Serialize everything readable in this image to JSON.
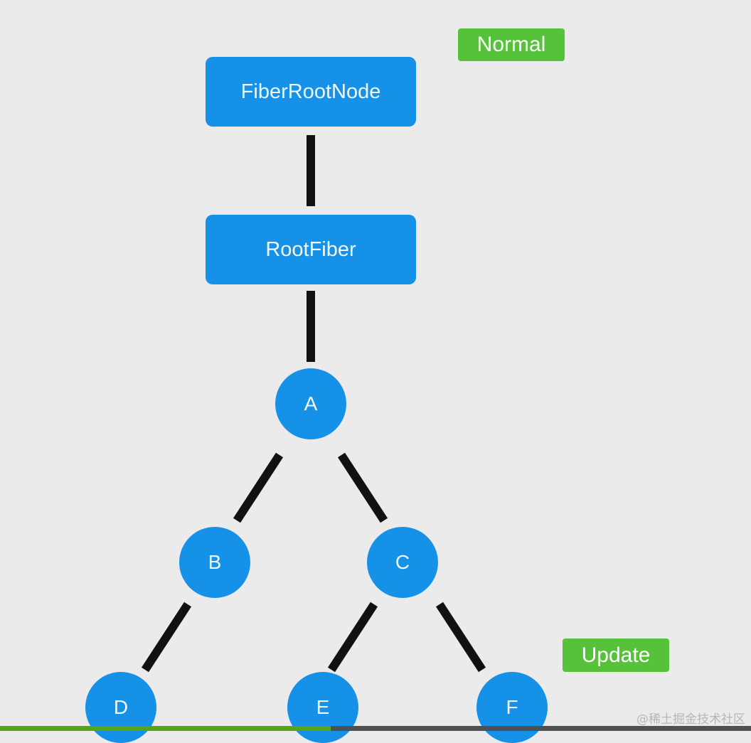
{
  "diagram": {
    "badges": {
      "normal": "Normal",
      "update": "Update"
    },
    "nodes": {
      "fiber_root_node": "FiberRootNode",
      "root_fiber": "RootFiber",
      "a": "A",
      "b": "B",
      "c": "C",
      "d": "D",
      "e": "E",
      "f": "F"
    },
    "edges": [
      [
        "FiberRootNode",
        "RootFiber"
      ],
      [
        "RootFiber",
        "A"
      ],
      [
        "A",
        "B"
      ],
      [
        "A",
        "C"
      ],
      [
        "B",
        "D"
      ],
      [
        "C",
        "E"
      ],
      [
        "C",
        "F"
      ]
    ]
  },
  "playback": {
    "progress_fraction": 0.44
  },
  "watermark": "@稀土掘金技术社区",
  "colors": {
    "background": "#ebebeb",
    "node_fill": "#1591e8",
    "node_text": "#f2f7fd",
    "badge_fill": "#55c23a",
    "connector": "#111111",
    "progress_fill": "#55a51a"
  }
}
